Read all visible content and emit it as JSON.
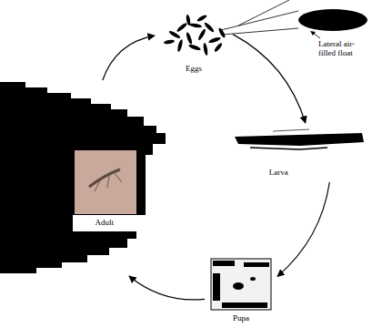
{
  "diagram": {
    "nodes": [
      {
        "text": [
          "Eggs"
        ]
      },
      {
        "text": [
          "Larva"
        ]
      },
      {
        "text": [
          "Pupa"
        ]
      },
      {
        "text": [
          "Adult"
        ]
      }
    ],
    "edges": [
      {
        "from": 0,
        "to": 1,
        "arrow": "to"
      },
      {
        "from": 1,
        "to": 2,
        "arrow": "to"
      },
      {
        "from": 2,
        "to": 3,
        "arrow": "to"
      },
      {
        "from": 3,
        "to": 0,
        "arrow": "to"
      }
    ],
    "labels": [
      "Lateral air-filled float"
    ]
  }
}
